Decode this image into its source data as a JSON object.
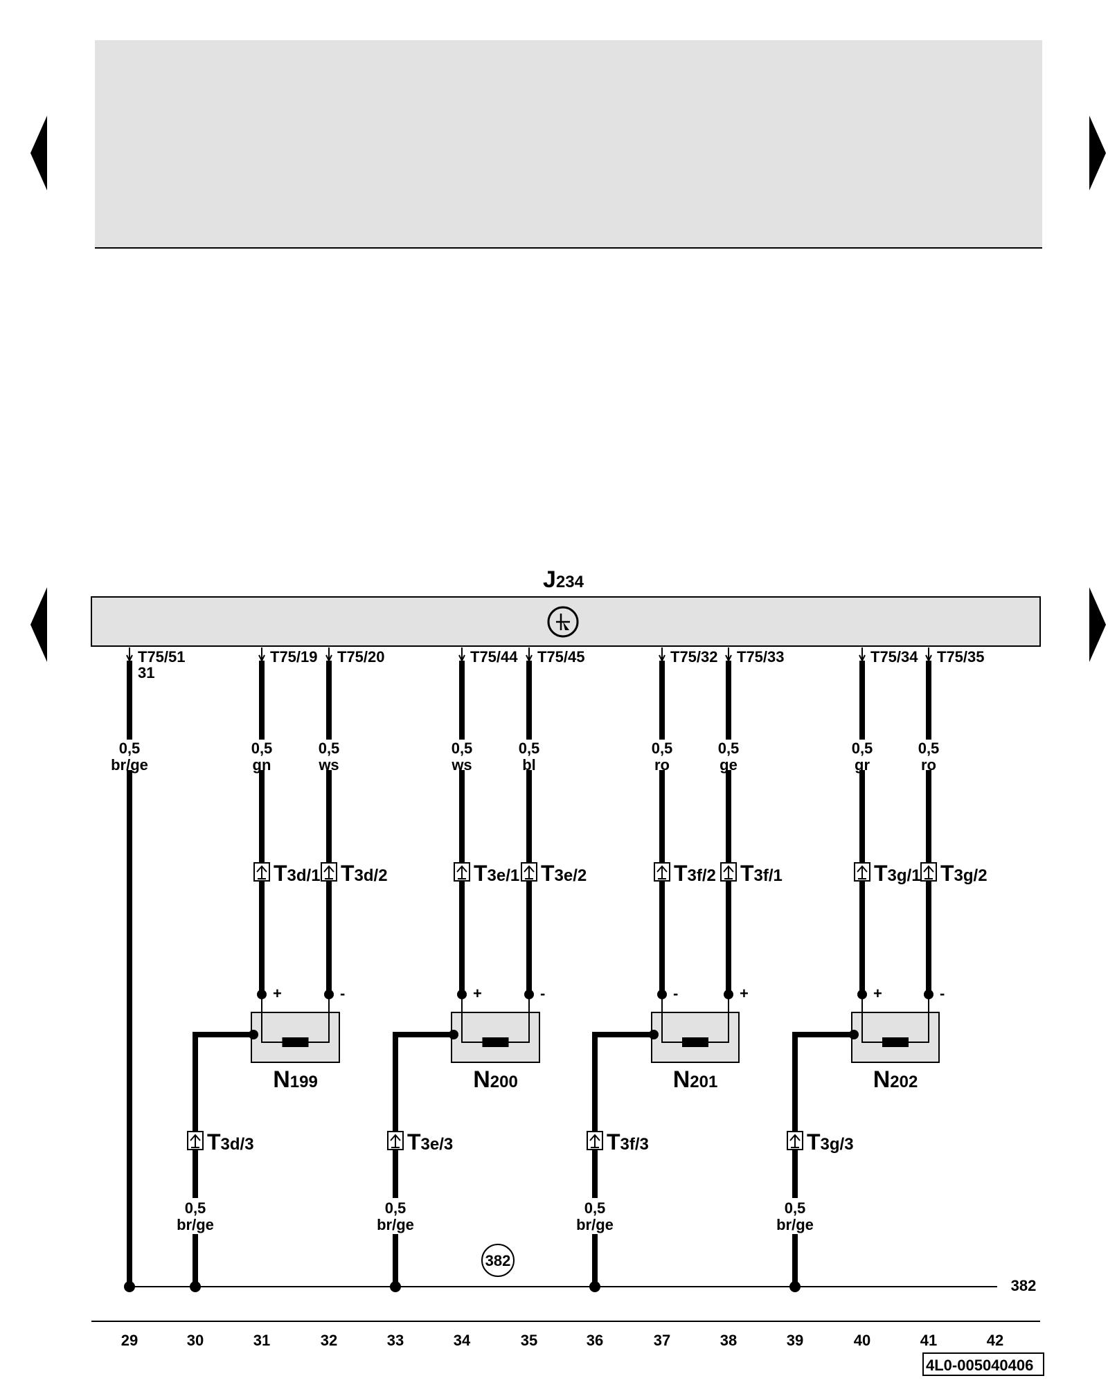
{
  "control_unit": {
    "letter": "J",
    "number": "234"
  },
  "control_pins": [
    {
      "wire": "w29",
      "label": "T75/51",
      "label2": "31"
    },
    {
      "wire": "w31",
      "label": "T75/19"
    },
    {
      "wire": "w32",
      "label": "T75/20"
    },
    {
      "wire": "w34",
      "label": "T75/44"
    },
    {
      "wire": "w35",
      "label": "T75/45"
    },
    {
      "wire": "w37",
      "label": "T75/32"
    },
    {
      "wire": "w38",
      "label": "T75/33"
    },
    {
      "wire": "w40",
      "label": "T75/34"
    },
    {
      "wire": "w41",
      "label": "T75/35"
    }
  ],
  "wires": [
    {
      "id": "w29",
      "gauge": "0,5",
      "color": "br/ge"
    },
    {
      "id": "w31",
      "gauge": "0,5",
      "color": "gn"
    },
    {
      "id": "w32",
      "gauge": "0,5",
      "color": "ws"
    },
    {
      "id": "w34",
      "gauge": "0,5",
      "color": "ws"
    },
    {
      "id": "w35",
      "gauge": "0,5",
      "color": "bl"
    },
    {
      "id": "w37",
      "gauge": "0,5",
      "color": "ro"
    },
    {
      "id": "w38",
      "gauge": "0,5",
      "color": "ge"
    },
    {
      "id": "w40",
      "gauge": "0,5",
      "color": "gr"
    },
    {
      "id": "w41",
      "gauge": "0,5",
      "color": "ro"
    }
  ],
  "connectors": [
    {
      "wire": "w31",
      "main": "T",
      "sub": "3d/1"
    },
    {
      "wire": "w32",
      "main": "T",
      "sub": "3d/2"
    },
    {
      "wire": "w34",
      "main": "T",
      "sub": "3e/1"
    },
    {
      "wire": "w35",
      "main": "T",
      "sub": "3e/2"
    },
    {
      "wire": "w37",
      "main": "T",
      "sub": "3f/2"
    },
    {
      "wire": "w38",
      "main": "T",
      "sub": "3f/1"
    },
    {
      "wire": "w40",
      "main": "T",
      "sub": "3g/1"
    },
    {
      "wire": "w41",
      "main": "T",
      "sub": "3g/2"
    }
  ],
  "components": [
    {
      "main": "N",
      "sub": "199",
      "pos_wire": "w31",
      "neg_wire": "w32",
      "left_pol": "+",
      "right_pol": "-",
      "ground": {
        "connector_main": "T",
        "connector_sub": "3d/3",
        "gauge": "0,5",
        "color": "br/ge"
      }
    },
    {
      "main": "N",
      "sub": "200",
      "pos_wire": "w34",
      "neg_wire": "w35",
      "left_pol": "+",
      "right_pol": "-",
      "ground": {
        "connector_main": "T",
        "connector_sub": "3e/3",
        "gauge": "0,5",
        "color": "br/ge"
      }
    },
    {
      "main": "N",
      "sub": "201",
      "pos_wire": "w37",
      "neg_wire": "w38",
      "left_pol": "-",
      "right_pol": "+",
      "ground": {
        "connector_main": "T",
        "connector_sub": "3f/3",
        "gauge": "0,5",
        "color": "br/ge"
      }
    },
    {
      "main": "N",
      "sub": "202",
      "pos_wire": "w40",
      "neg_wire": "w41",
      "left_pol": "+",
      "right_pol": "-",
      "ground": {
        "connector_main": "T",
        "connector_sub": "3g/3",
        "gauge": "0,5",
        "color": "br/ge"
      }
    }
  ],
  "ground_bus": {
    "reference": "382",
    "label": "382"
  },
  "columns": [
    "29",
    "30",
    "31",
    "32",
    "33",
    "34",
    "35",
    "36",
    "37",
    "38",
    "39",
    "40",
    "41",
    "42"
  ],
  "document_id": "4L0-005040406",
  "colors": {
    "line": "#000000",
    "fill": "#e2e2e2"
  }
}
